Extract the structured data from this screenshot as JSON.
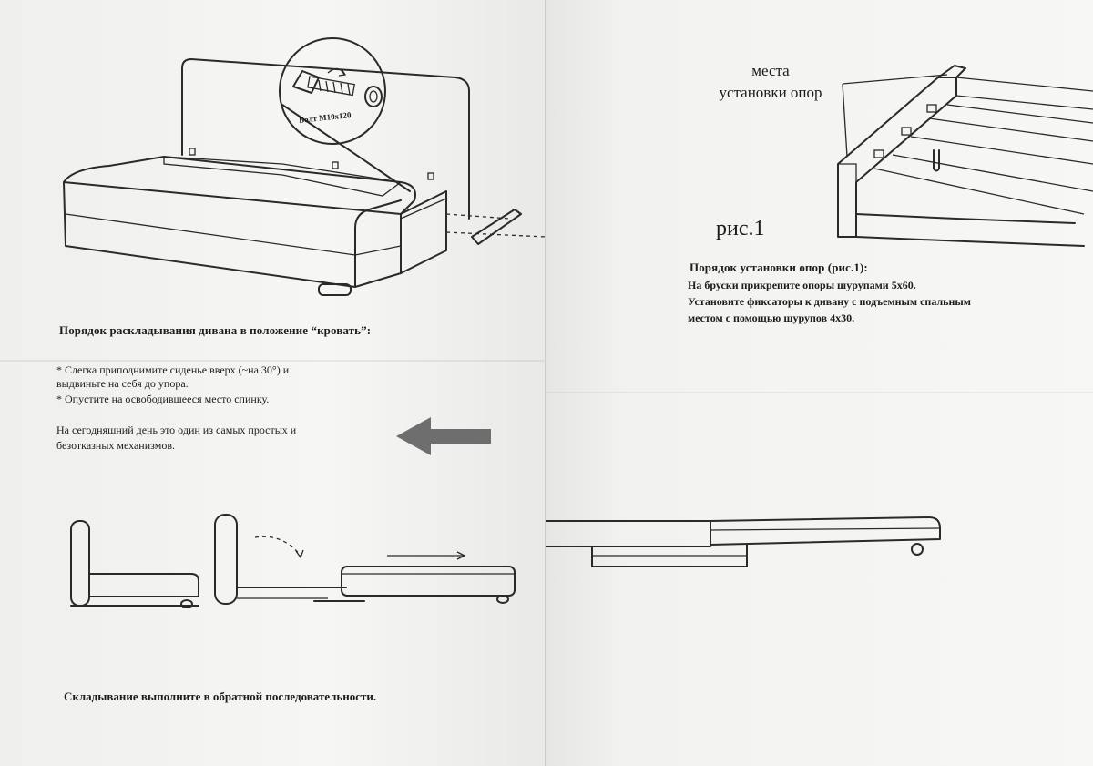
{
  "left_page": {
    "bolt_label": "Болт M10x120",
    "title": "Порядок раскладывания дивана в положение “кровать”:",
    "steps": [
      "* Слегка приподнимите сиденье вверх (~на 30°) и",
      "  выдвиньте на себя до упора.",
      "* Опустите на освободившееся место спинку."
    ],
    "note_lines": [
      "На сегодняшний день это один из самых простых и",
      "безотказных механизмов."
    ],
    "footer": "Складывание выполните в обратной последовательности."
  },
  "right_page": {
    "callout_line1": "места",
    "callout_line2": "установки опор",
    "figure_label": "рис.1",
    "install_title": "Порядок установки опор (рис.1):",
    "install_lines": [
      "На бруски  прикрепите  опоры шурупами 5x60.",
      "Установите фиксаторы к дивану с подъемным спальным",
      "местом с помощью шурупов 4x30."
    ]
  },
  "colors": {
    "paper": "#f4f4f2",
    "ink": "#2a2a2a",
    "arrow": "#6e6e6e"
  }
}
